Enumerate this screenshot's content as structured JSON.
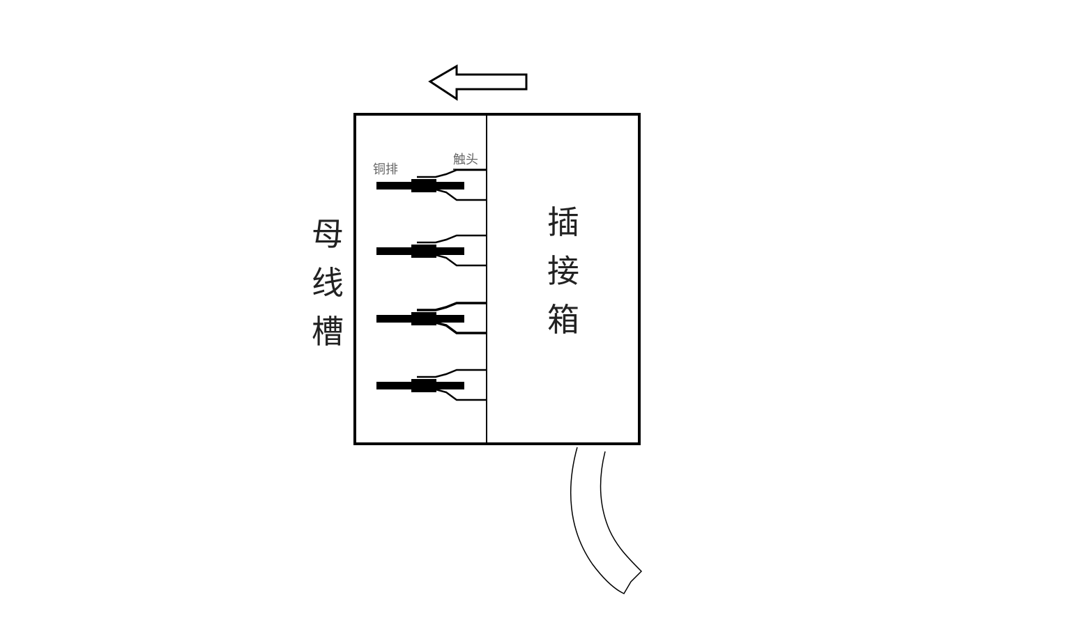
{
  "labels": {
    "busway": [
      "母",
      "线",
      "槽"
    ],
    "plugin_box": [
      "插",
      "接",
      "箱"
    ],
    "copper_bar": "铜排",
    "contact": "触头"
  },
  "busbar_count": 4,
  "colors": {
    "line": "#000000",
    "label_small": "#666666"
  }
}
